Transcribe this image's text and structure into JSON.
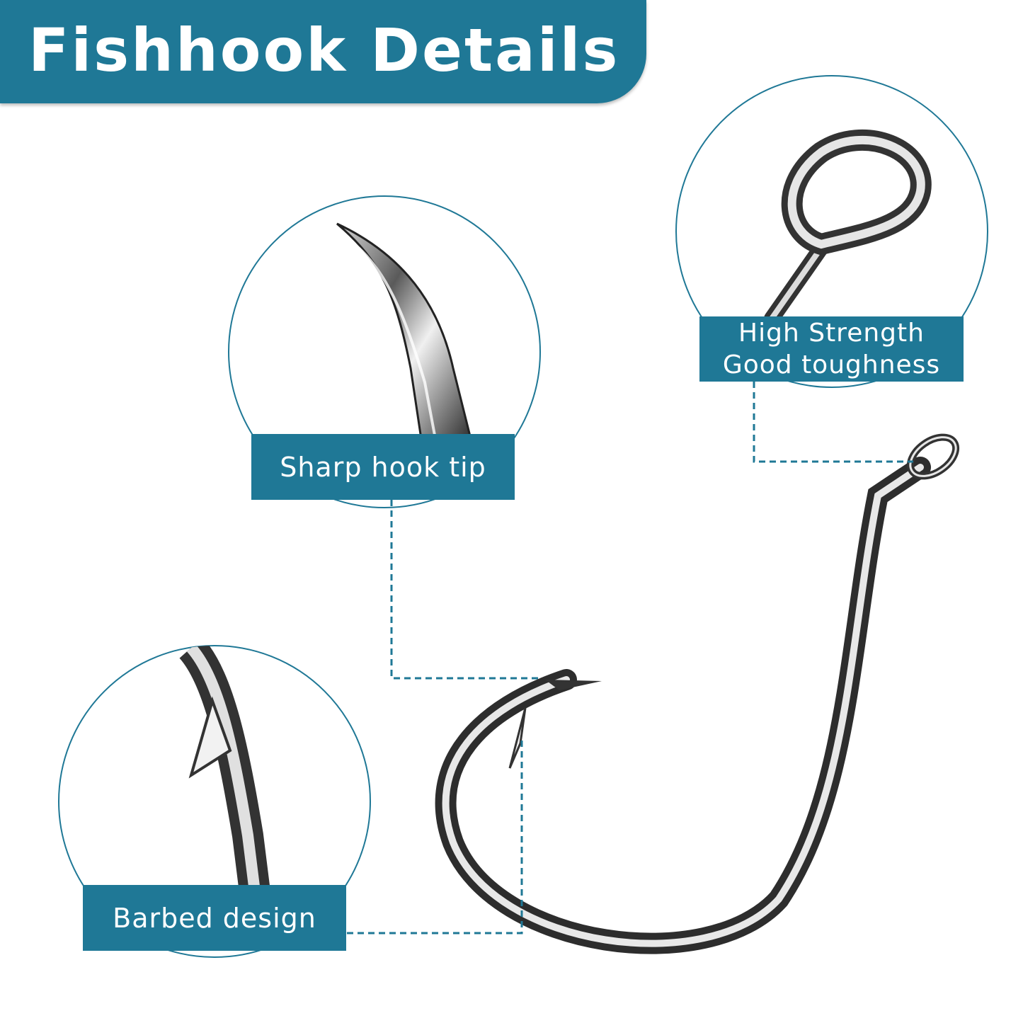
{
  "title": "Fishhook Details",
  "callouts": {
    "tip": "Sharp hook tip",
    "barb": "Barbed design",
    "eye_line1": "High Strength",
    "eye_line2": "Good toughness"
  },
  "colors": {
    "banner": "#1f7896",
    "label_bg": "#1f7896",
    "label_text": "#ffffff",
    "circle_stroke": "#1f7896",
    "hook_metal": "#3a3a3a"
  }
}
